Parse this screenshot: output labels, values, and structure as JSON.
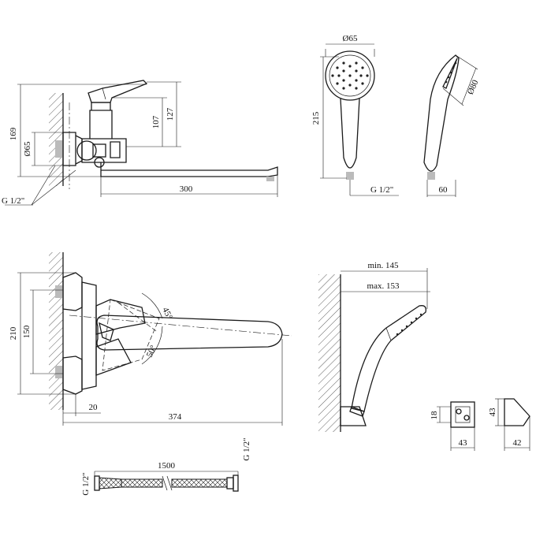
{
  "dims": {
    "d169": "169",
    "d65_body": "Ø65",
    "d127": "127",
    "d107": "107",
    "d300": "300",
    "g_thread_top": "G 1/2\"",
    "d65_head": "Ø65",
    "d215": "215",
    "d80": "Ø80",
    "g_thread_shower": "G 1/2\"",
    "d60": "60",
    "d210": "210",
    "d150": "150",
    "a45": "45°",
    "a50": "50°",
    "d20": "20",
    "d374": "374",
    "min145": "min. 145",
    "max153": "max. 153",
    "d18": "18",
    "d43_a": "43",
    "d43_b": "43",
    "d42": "42",
    "d1500": "1500",
    "g_hose_left": "G 1/2\"",
    "g_hose_right": "G 1/2\""
  }
}
